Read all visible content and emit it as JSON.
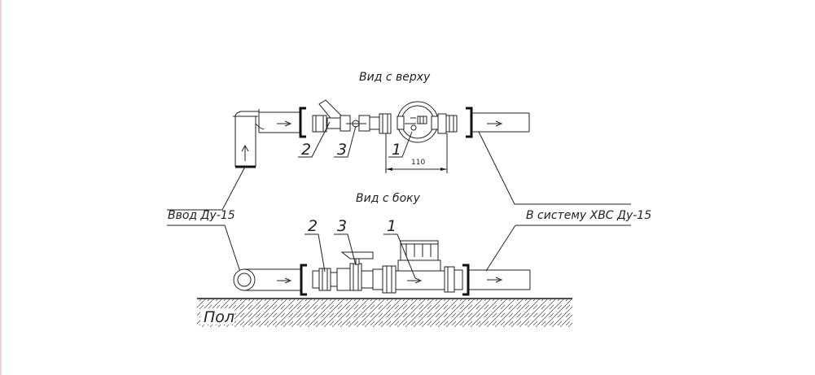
{
  "drawing": {
    "top_view_title": "Вид с верху",
    "side_view_title": "Вид с боку",
    "inlet_label": "Ввод Ду-15",
    "outlet_label": "В систему ХВС Ду-15",
    "floor_label": "Пол",
    "dimension": "110",
    "callouts": {
      "top": [
        "2",
        "3",
        "1"
      ],
      "side": [
        "2",
        "3",
        "1"
      ]
    }
  }
}
